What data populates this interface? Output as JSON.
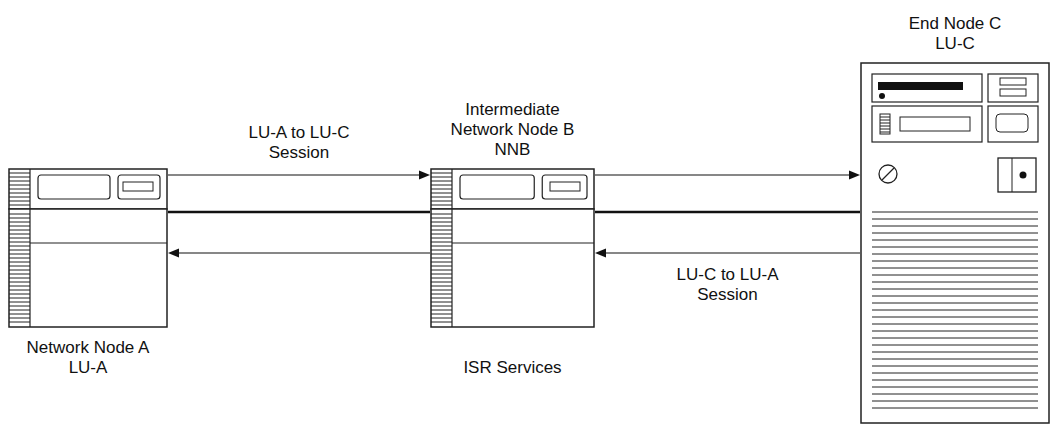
{
  "diagram": {
    "nodes": [
      {
        "text": [
          "Network Node A LU-A"
        ]
      },
      {
        "text": [
          "Intermediate Network Node B NNB",
          "ISR Services"
        ]
      },
      {
        "text": [
          "End Node C LU-C"
        ]
      }
    ],
    "edges": [
      {
        "from": 0,
        "to": 1,
        "arrow": "none"
      },
      {
        "from": 1,
        "to": 2,
        "arrow": "none"
      },
      {
        "from": 0,
        "to": 1,
        "arrow": "to",
        "label": "LU-A to LU-C Session"
      },
      {
        "from": 1,
        "to": 0,
        "arrow": "to"
      },
      {
        "from": 1,
        "to": 2,
        "arrow": "to"
      },
      {
        "from": 2,
        "to": 1,
        "arrow": "to",
        "label": "LU-C to LU-A Session"
      }
    ]
  }
}
